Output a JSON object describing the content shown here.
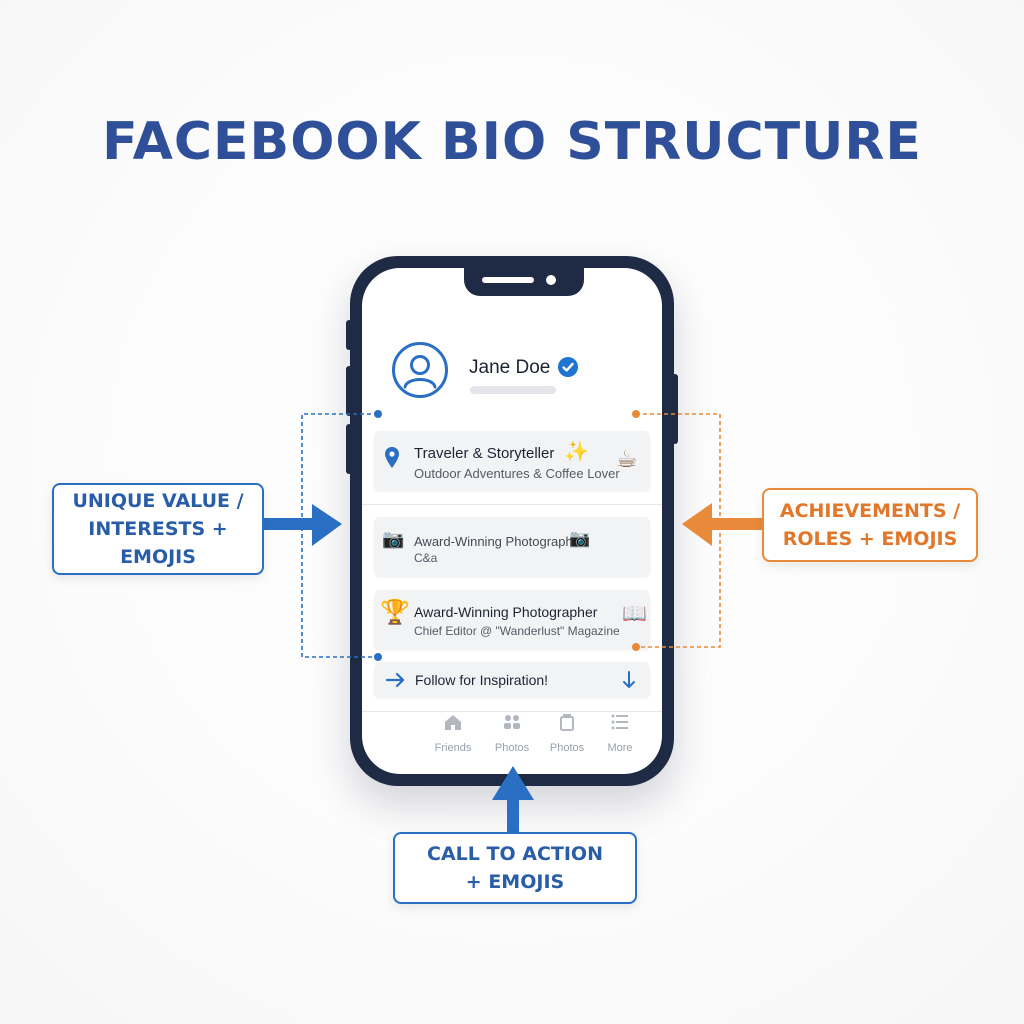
{
  "title": "FACEBOOK BIO STRUCTURE",
  "profile": {
    "name": "Jane Doe",
    "icons": {
      "avatar": "user-avatar-icon",
      "verified": "verified-check-icon"
    }
  },
  "cards": [
    {
      "primary": "Traveler & Storyteller",
      "primary_emoji": "✨",
      "secondary": "Outdoor Adventures & Coffee Lover",
      "left_icon": "location-pin-icon",
      "right_emoji": "☕"
    },
    {
      "primary": "Award-Winning Photographer",
      "primary_emoji": "📷",
      "secondary": "C&a",
      "left_emoji": "📷"
    },
    {
      "primary": "Award-Winning Photographer",
      "secondary": "Chief Editor @ \"Wanderlust\" Magazine",
      "left_emoji": "🏆",
      "right_emoji": "📖"
    },
    {
      "primary": "Follow for Inspiration!",
      "left_icon": "arrow-right-icon",
      "right_icon": "arrow-down-icon"
    }
  ],
  "nav": [
    {
      "label": "Friends",
      "icon": "home-icon"
    },
    {
      "label": "Photos",
      "icon": "people-icon"
    },
    {
      "label": "Photos",
      "icon": "bag-icon"
    },
    {
      "label": "More",
      "icon": "menu-icon"
    }
  ],
  "callouts": {
    "left": {
      "line1": "UNIQUE VALUE /",
      "line2": "INTERESTS +",
      "line3": "EMOJIS"
    },
    "right": {
      "line1": "ACHIEVEMENTS /",
      "line2": "ROLES + EMOJIS"
    },
    "bottom": {
      "line1": "CALL TO ACTION",
      "line2": "+ EMOJIS"
    }
  },
  "colors": {
    "title": "#2f4f98",
    "blue_accent": "#2a6fc4",
    "orange_accent": "#e88a3a",
    "phone_frame": "#1f2a44"
  }
}
